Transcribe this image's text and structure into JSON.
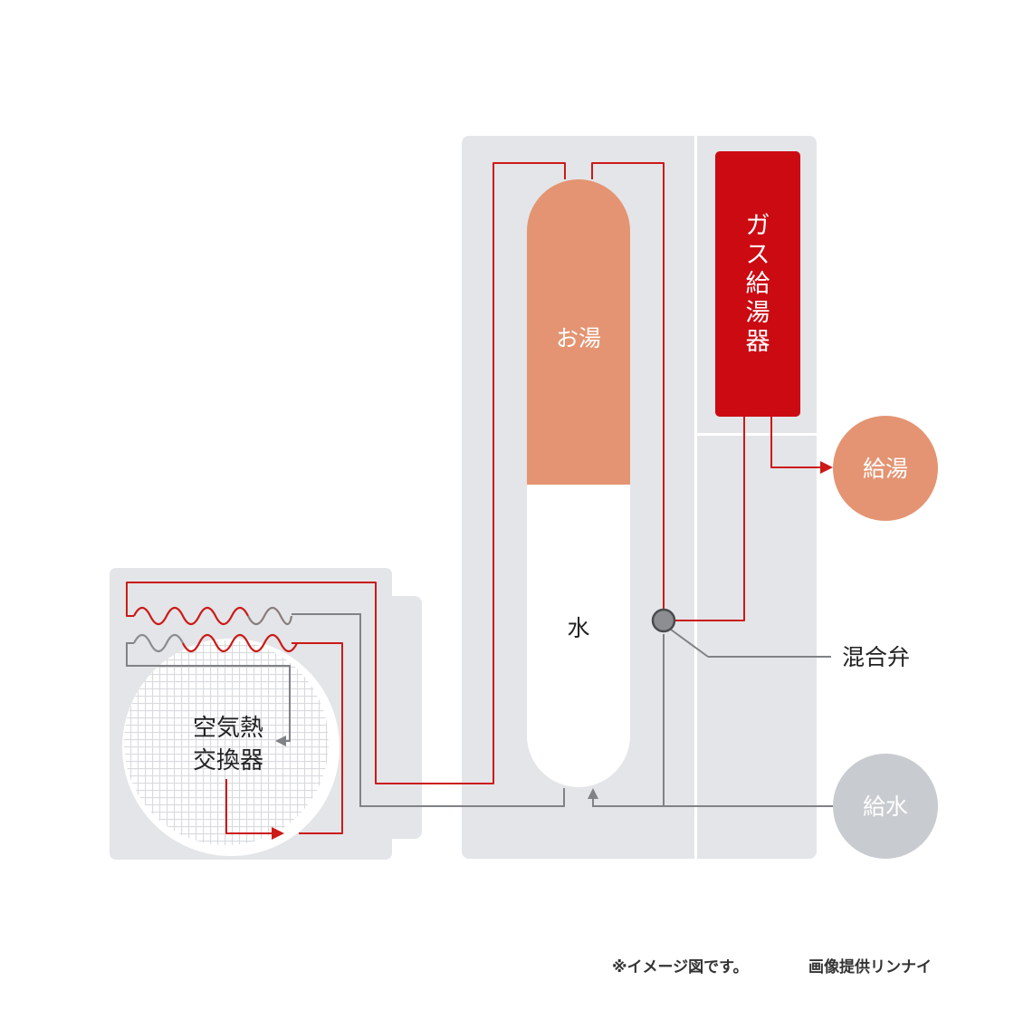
{
  "labels": {
    "hot_water": "お湯",
    "water": "水",
    "gas_heater": [
      "ガ",
      "ス",
      "給",
      "湯",
      "器"
    ],
    "hot_water_supply": "給湯",
    "water_supply": "給水",
    "mixing_valve": "混合弁",
    "heat_exchanger_line1": "空気熱",
    "heat_exchanger_line2": "交換器"
  },
  "footer": {
    "note": "※イメージ図です。",
    "credit": "画像提供リンナイ"
  },
  "colors": {
    "panel": "#e3e5e8",
    "hot_tank": "#e49472",
    "gas_heater": "#cc0a12",
    "hot_pipe": "#cc1a18",
    "cold_pipe": "#808285",
    "supply_circle": "#c8cbcf",
    "text_dark": "#222222",
    "text_light": "#ffffff"
  }
}
